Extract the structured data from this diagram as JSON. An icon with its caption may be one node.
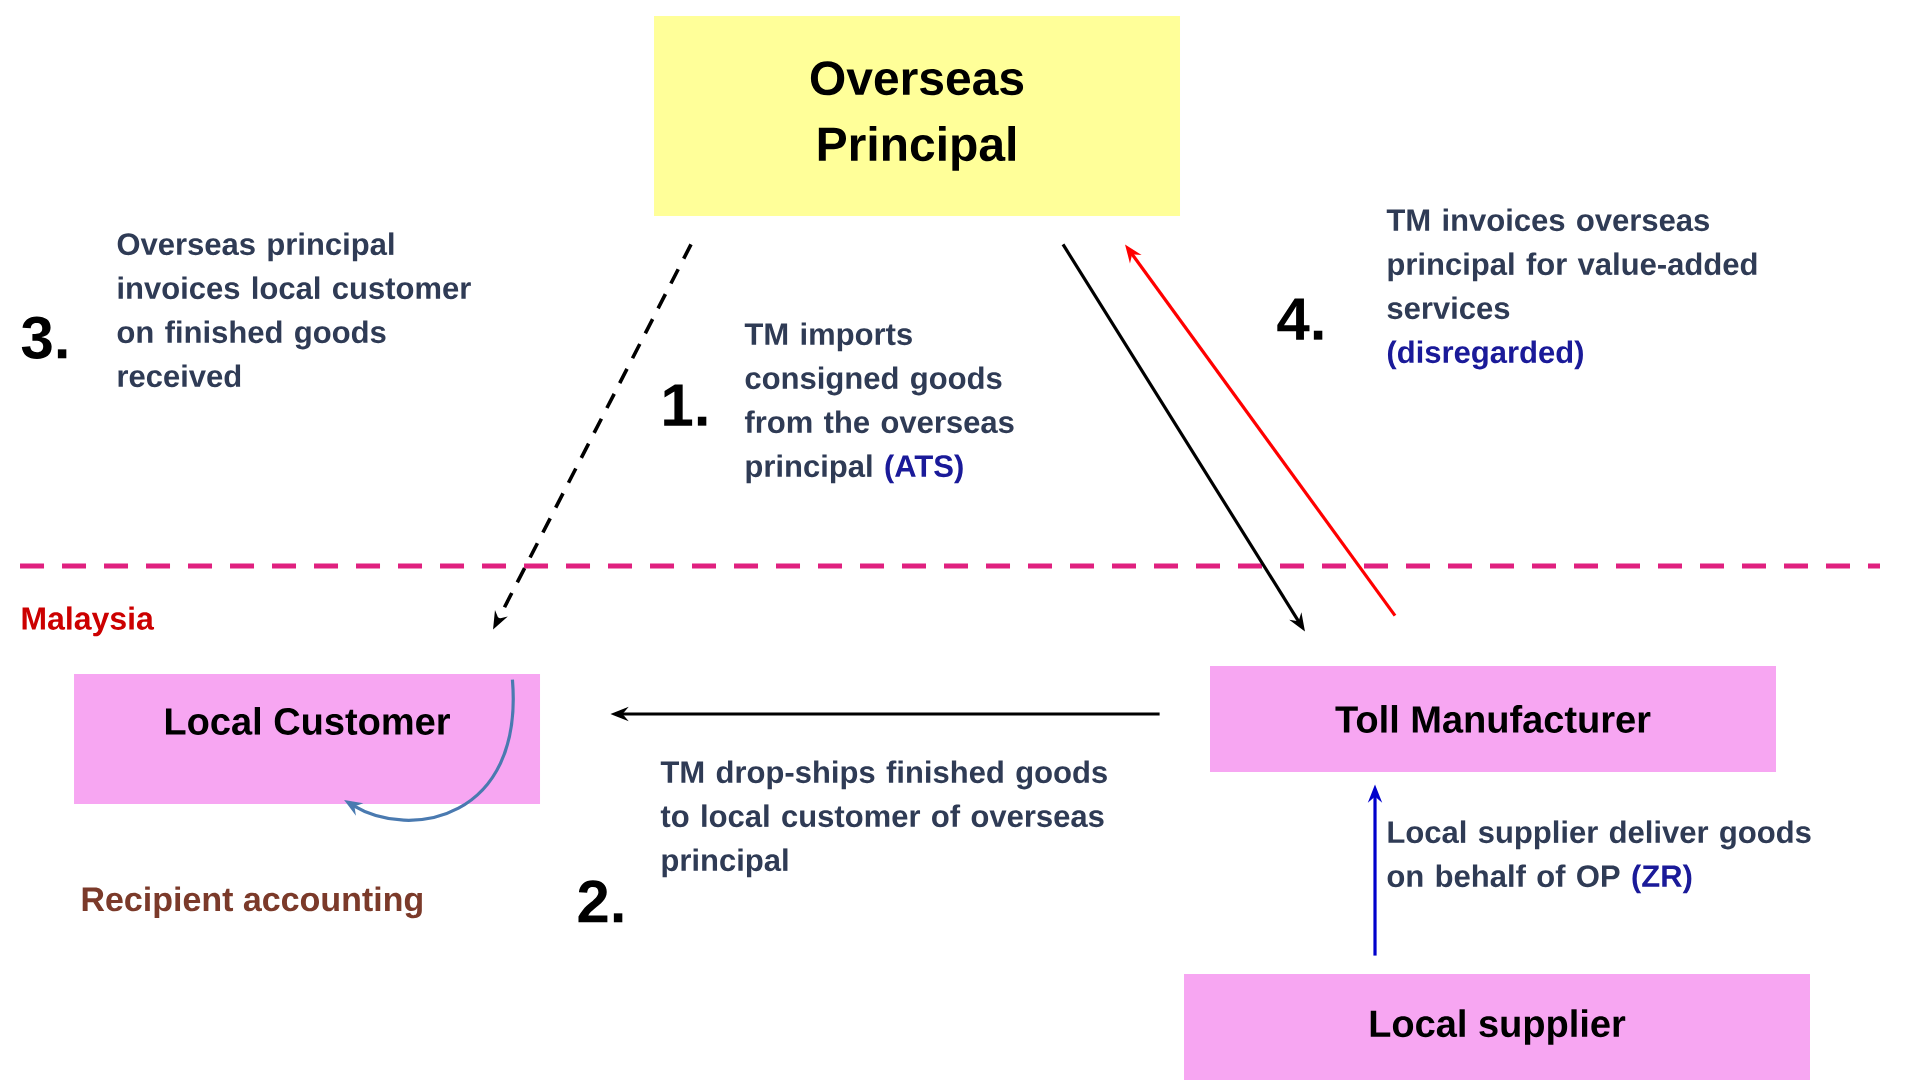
{
  "diagram": {
    "nodes": [
      {
        "text": [
          "Overseas Principal"
        ]
      },
      {
        "text": [
          "Local Customer"
        ]
      },
      {
        "text": [
          "Toll Manufacturer"
        ]
      },
      {
        "text": [
          "Local supplier"
        ]
      }
    ],
    "edges": [
      {
        "from": 0,
        "to": 1,
        "arrow": "to",
        "style": "dashed"
      },
      {
        "from": 0,
        "to": 2,
        "arrow": "to"
      },
      {
        "from": 2,
        "to": 0,
        "arrow": "to",
        "color": "#ff0000"
      },
      {
        "from": 2,
        "to": 1,
        "arrow": "to"
      },
      {
        "from": 3,
        "to": 2,
        "arrow": "to",
        "color": "#0000cc"
      },
      {
        "from": 1,
        "to": null,
        "arrow": "to",
        "color": "#4a7ab0"
      }
    ],
    "labels": [
      "3.",
      "Overseas principal invoices local customer on finished goods received",
      "1.",
      "TM imports consigned goods from the overseas principal",
      "(ATS)",
      "4.",
      "TM invoices overseas principal for value-added services",
      "(disregarded)",
      "Malaysia",
      "Recipient accounting",
      "2.",
      "TM drop-ships finished goods to local customer of overseas principal",
      "Local supplier deliver goods on behalf of OP",
      "(ZR)"
    ]
  }
}
